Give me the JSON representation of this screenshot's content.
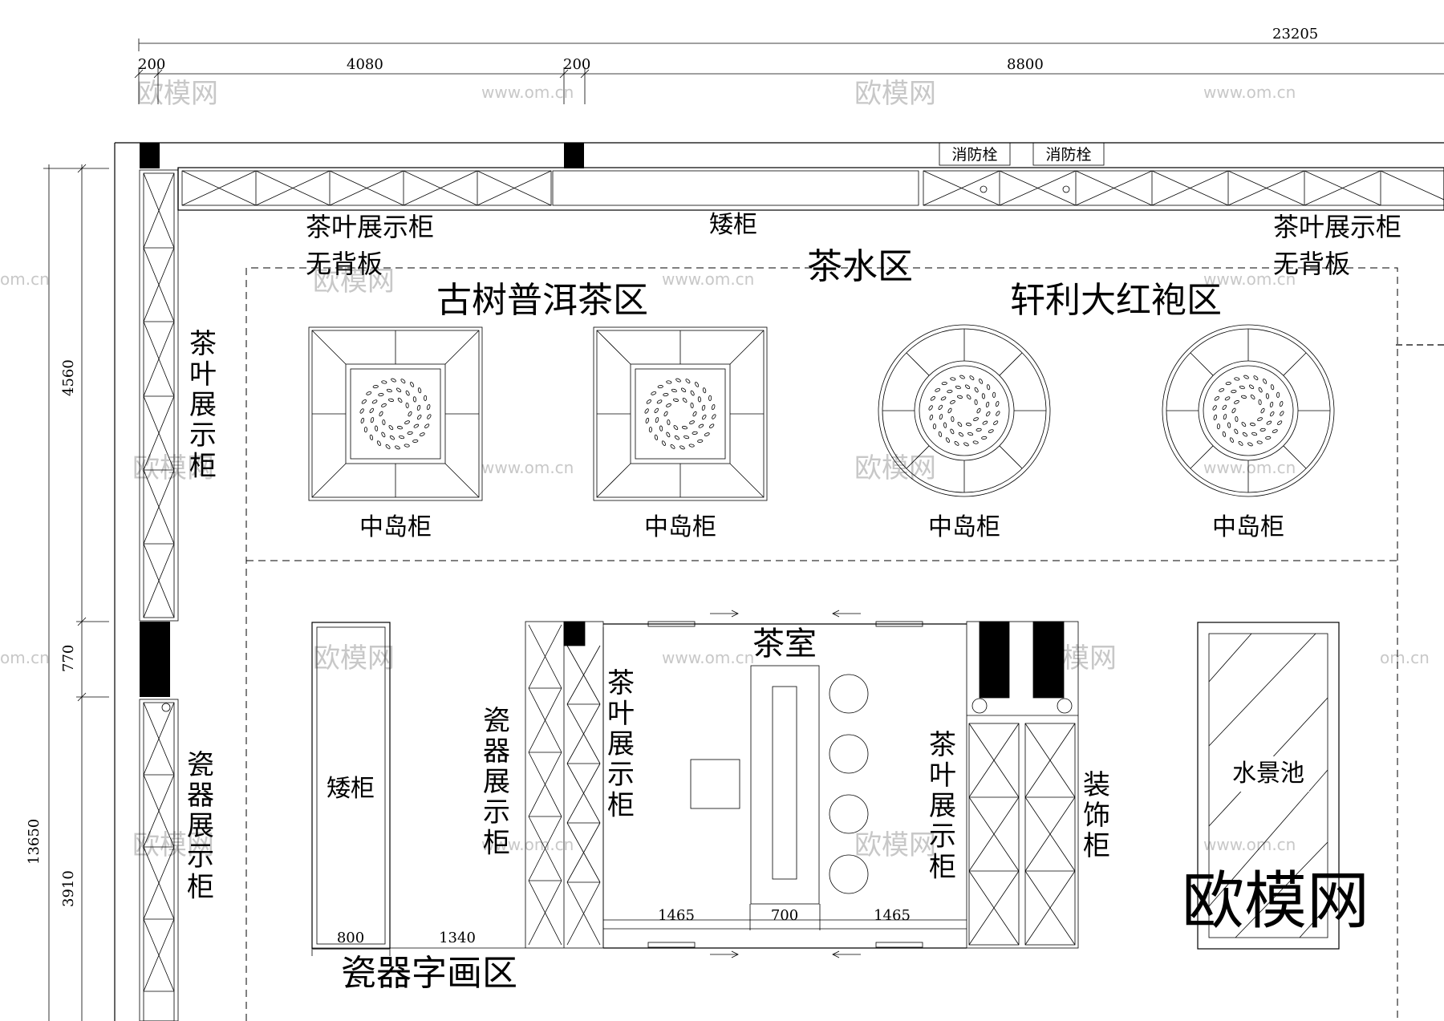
{
  "dimensions": {
    "total_width": "23205",
    "top_segments": [
      "200",
      "4080",
      "200",
      "8800"
    ],
    "left_segments": [
      "4560",
      "770",
      "3910"
    ],
    "left_total": "13650",
    "teahouse_segments": [
      "1465",
      "700",
      "1465"
    ],
    "bottom_segments": [
      "800",
      "1340"
    ]
  },
  "labels": {
    "fire_hydrant": "消防栓",
    "low_cabinet": "矮柜",
    "tea_display_line1": "茶叶展示柜",
    "tea_display_line2": "无背板",
    "tea_water_zone": "茶水区",
    "puer_zone": "古树普洱茶区",
    "dahongpao_zone": "轩利大红袍区",
    "island_cabinet": "中岛柜",
    "tea_display_vertical": "茶\n叶\n展\n示\n柜",
    "porcelain_display_vertical": "瓷\n器\n展\n示\n柜",
    "tea_room": "茶室",
    "decor_cabinet_vertical": "装\n饰\n柜",
    "water_pool": "水景池",
    "porcelain_art_zone": "瓷器字画区"
  },
  "watermarks": {
    "brand": "欧模网",
    "site": "www.om.cn",
    "site_short": "om.cn",
    "big_brand": "欧模网"
  }
}
